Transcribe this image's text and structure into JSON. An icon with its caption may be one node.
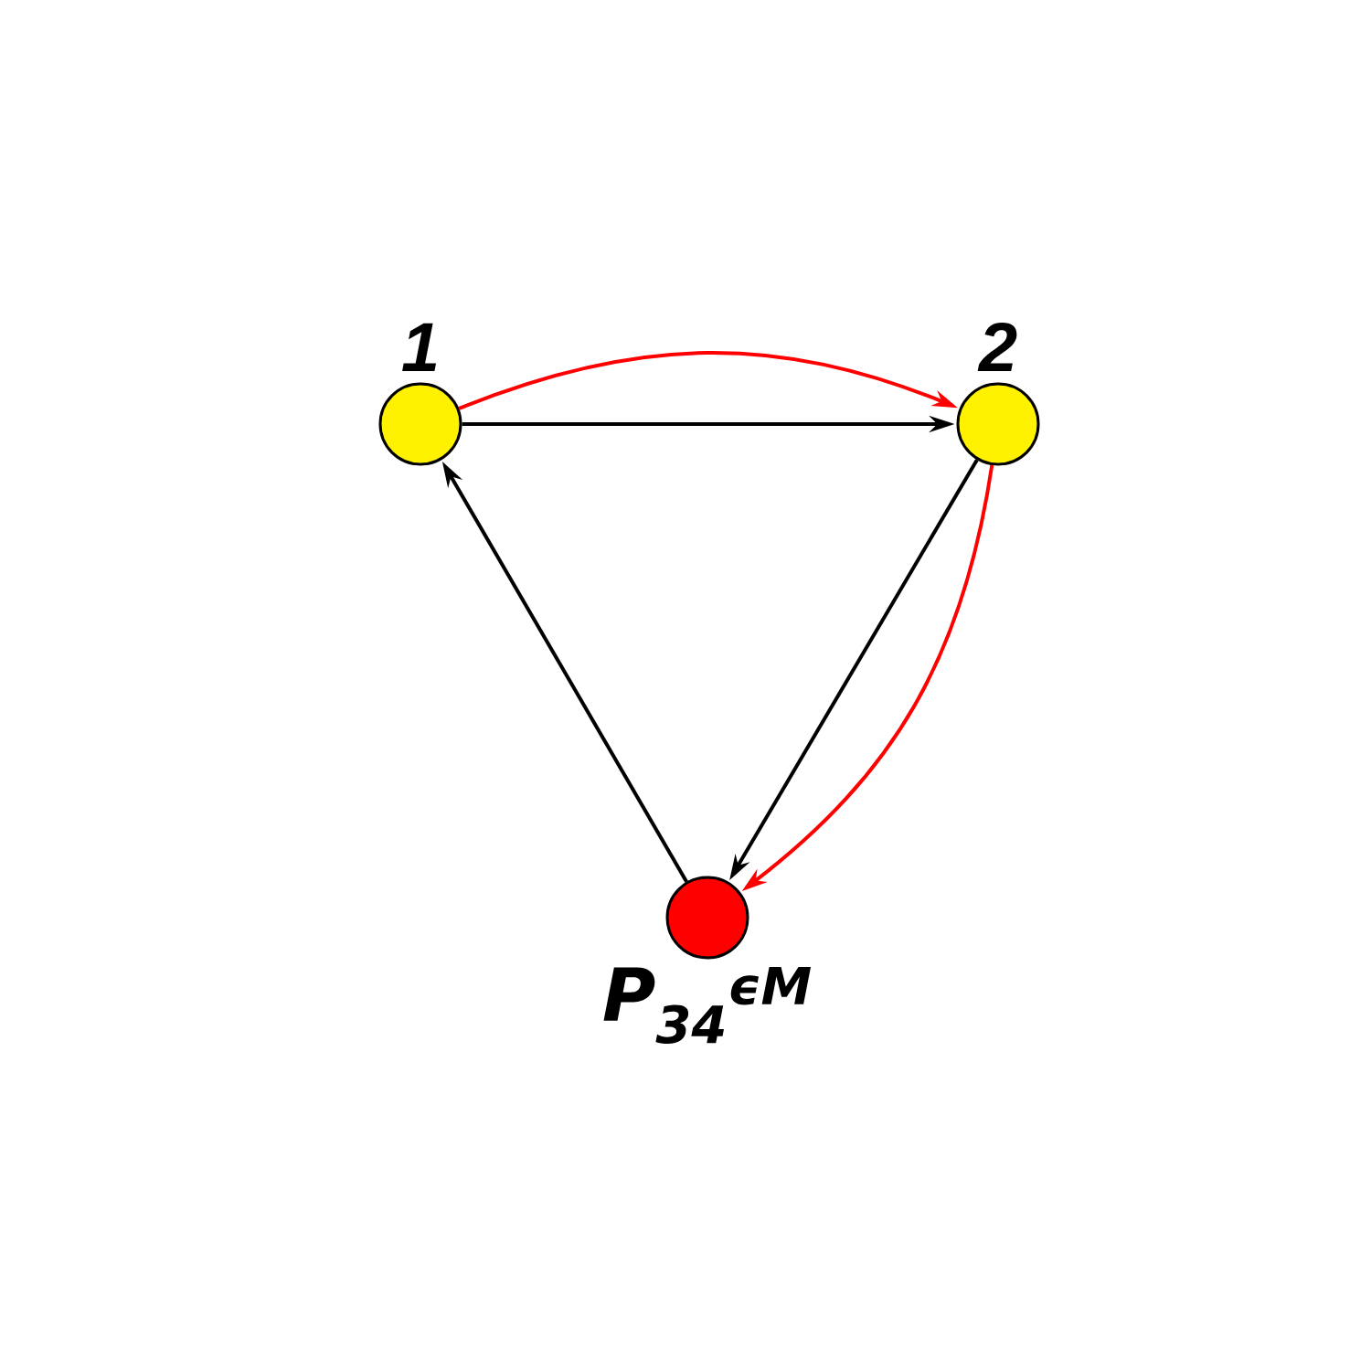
{
  "diagram": {
    "nodes": [
      {
        "text": [
          "1"
        ]
      },
      {
        "text": [
          "2"
        ]
      },
      {
        "text": [
          "P$_{34}$$^{ϵM}$"
        ]
      }
    ],
    "edges": [
      {
        "from": 0,
        "to": 1,
        "arrow": "to"
      },
      {
        "from": 0,
        "to": 1,
        "arrow": "to",
        "color": "#ff0000"
      },
      {
        "from": 1,
        "to": 2,
        "arrow": "to"
      },
      {
        "from": 1,
        "to": 2,
        "arrow": "to",
        "color": "#ff0000"
      },
      {
        "from": 2,
        "to": 0,
        "arrow": "to"
      }
    ]
  }
}
